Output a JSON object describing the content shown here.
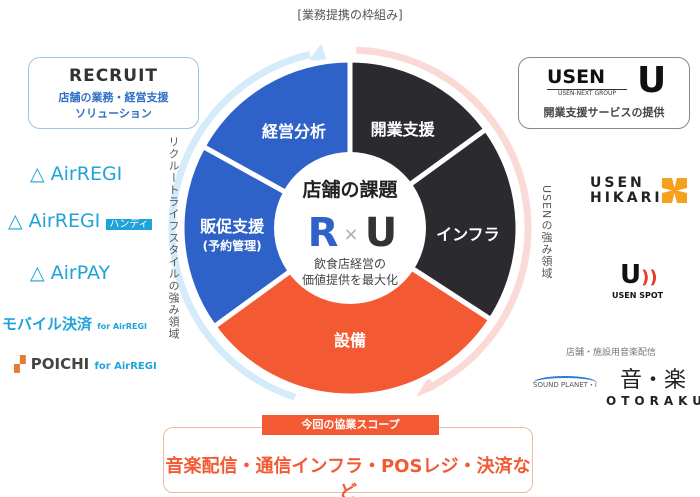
{
  "title": "[業務提携の枠組み]",
  "recruit": {
    "logo": "RECRUIT",
    "desc_line1": "店舗の業務・経営支援",
    "desc_line2": "ソリューション",
    "strength": "リクルートライフスタイルの強み領域"
  },
  "recruit_products": [
    {
      "name": "AirREGI",
      "suffix": ""
    },
    {
      "name": "AirREGI",
      "suffix": "ハンディ"
    },
    {
      "name": "AirPAY",
      "suffix": ""
    },
    {
      "name": "モバイル決済",
      "suffix": "for AirREGI"
    },
    {
      "name": "POICHI",
      "suffix": "for AirREGI"
    }
  ],
  "usen": {
    "logo": "USEN",
    "group": "USEN-NEXT GROUP",
    "mark": "U",
    "desc": "開業支援サービスの提供",
    "strength": "USENの強み領域"
  },
  "usen_products": {
    "hikari_line1": "USEN",
    "hikari_line2": "HIKARI",
    "spot": "USEN SPOT",
    "music_caption": "店舗・施設用音楽配信",
    "sound_planet": "SOUND PLANET・i",
    "otoraku_jp": "音・楽",
    "otoraku": "OTORAKU"
  },
  "wheel": {
    "center_title": "店舗の課題",
    "r": "R",
    "x": "×",
    "u": "U",
    "center_line1": "飲食店経営の",
    "center_line2": "価値提供を最大化",
    "segments": [
      {
        "label": "経営分析",
        "sub": "",
        "color": "#2f62c8"
      },
      {
        "label": "販促支援",
        "sub": "(予約管理)",
        "color": "#2f62c8"
      },
      {
        "label": "設備",
        "sub": "",
        "color": "#f35a34"
      },
      {
        "label": "インフラ",
        "sub": "",
        "color": "#2b2b2f"
      },
      {
        "label": "開業支援",
        "sub": "",
        "color": "#2b2b2f"
      }
    ]
  },
  "scope": {
    "tag": "今回の協業スコープ",
    "text": "音楽配信・通信インフラ・POSレジ・決済など"
  }
}
